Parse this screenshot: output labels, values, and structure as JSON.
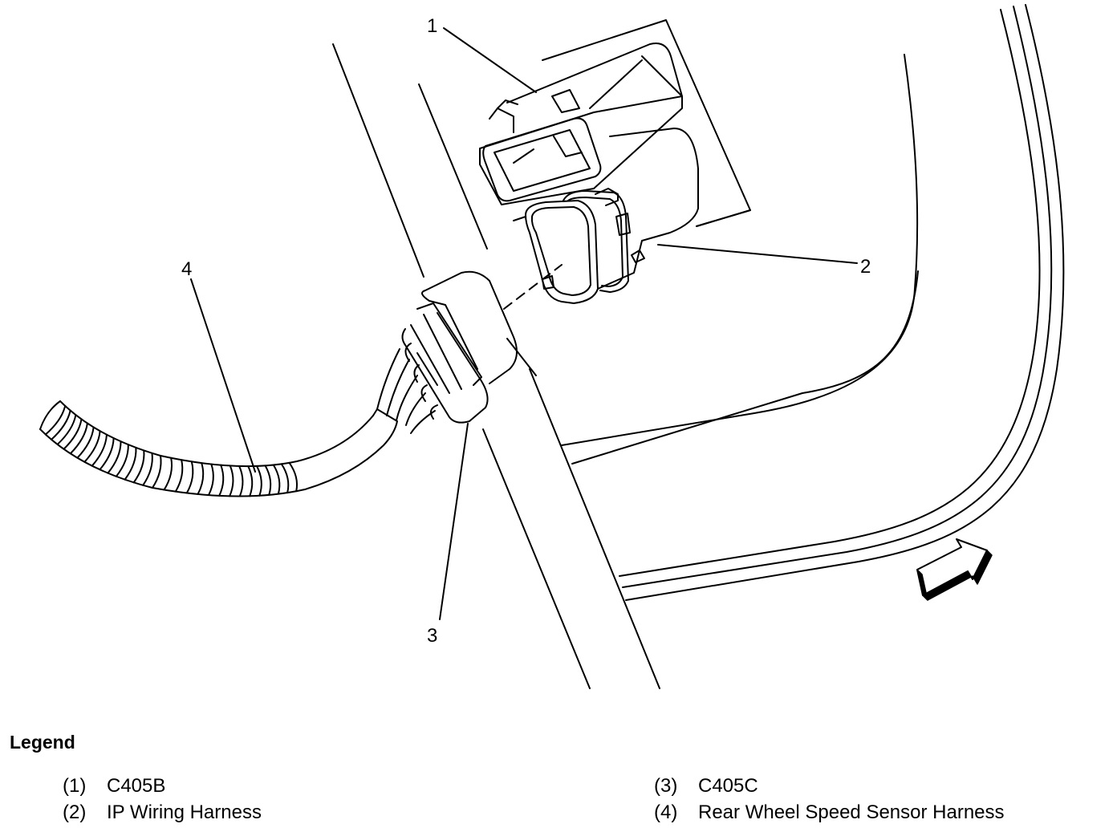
{
  "callouts": {
    "c1": "1",
    "c2": "2",
    "c3": "3",
    "c4": "4"
  },
  "legend": {
    "title": "Legend",
    "items": [
      {
        "num": "(1)",
        "label": "C405B"
      },
      {
        "num": "(2)",
        "label": "IP Wiring Harness"
      },
      {
        "num": "(3)",
        "label": "C405C"
      },
      {
        "num": "(4)",
        "label": "Rear Wheel Speed Sensor Harness"
      }
    ]
  },
  "colors": {
    "ink": "#000000",
    "paper": "#ffffff"
  }
}
